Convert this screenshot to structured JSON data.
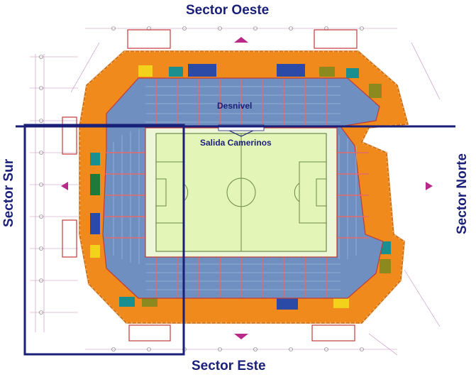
{
  "labels": {
    "sector_oeste": "Sector Oeste",
    "sector_este": "Sector Este",
    "sector_sur": "Sector Sur",
    "sector_norte": "Sector Norte",
    "desnivel": "Desnivel",
    "salida_camerinos": "Salida Camerinos"
  },
  "colors": {
    "label_blue": "#1a1f78",
    "outline_navy": "#1a1f78",
    "ring_orange": "#f08a1c",
    "seat_blue": "#6f8fc0",
    "pitch_green": "#e4f5b8",
    "pitch_line": "#6a8a4a",
    "structure_red": "#d9534f",
    "dim_magenta": "#b06aa8",
    "yellow_area": "#f2d21b",
    "olive_area": "#8c8a1e",
    "teal_area": "#1b8f8f"
  }
}
